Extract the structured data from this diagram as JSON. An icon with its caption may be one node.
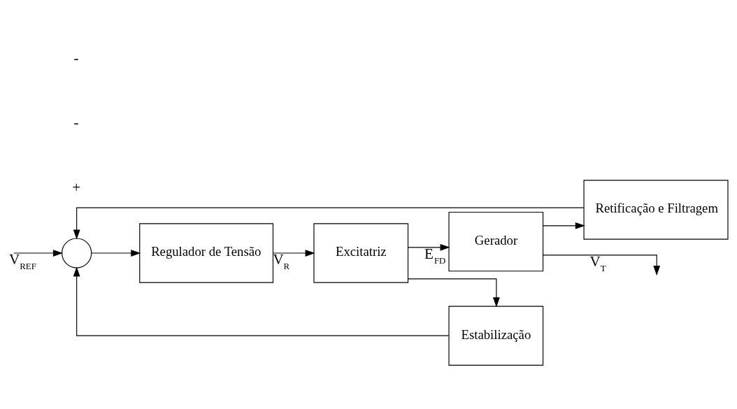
{
  "diagram": {
    "nodes": [
      {
        "text": [],
        "shape": "circle"
      },
      {
        "text": [
          "Regulador de Tensão"
        ]
      },
      {
        "text": [
          "Excitatriz"
        ]
      },
      {
        "text": [
          "Gerador"
        ]
      },
      {
        "text": [
          "Estabilização"
        ]
      },
      {
        "text": [
          "Retificação e Filtragem"
        ]
      }
    ],
    "edges": [
      {
        "from": null,
        "to": 0,
        "arrow": "to",
        "label": "V$_{REF}$"
      },
      {
        "from": 0,
        "to": 1,
        "arrow": "to"
      },
      {
        "from": 1,
        "to": 2,
        "arrow": "to",
        "label": "V$_{R}$"
      },
      {
        "from": 2,
        "to": 3,
        "arrow": "to",
        "label": "E$_{FD}$"
      },
      {
        "from": 3,
        "to": null,
        "arrow": "to",
        "label": "V$_{T}$"
      },
      {
        "from": 2,
        "to": 4,
        "arrow": "to"
      },
      {
        "from": 4,
        "to": 0,
        "arrow": "to"
      },
      {
        "from": 3,
        "to": 5,
        "arrow": "to"
      },
      {
        "from": 5,
        "to": 0,
        "arrow": "to"
      }
    ],
    "labels": [
      "+",
      "-",
      "-"
    ]
  }
}
